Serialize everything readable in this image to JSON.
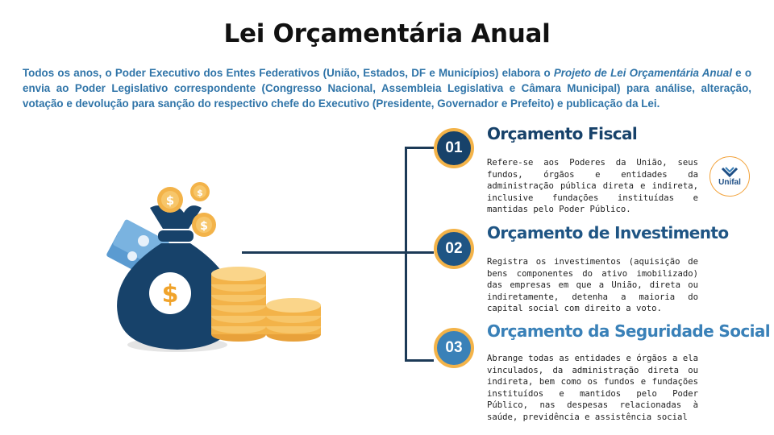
{
  "title": "Lei Orçamentária Anual",
  "intro": {
    "before": "Todos os anos, o Poder Executivo dos Entes Federativos (União, Estados, DF e Municípios) elabora o ",
    "emphasis": "Projeto de Lei Orçamentária Anual",
    "after": " e o envia ao Poder Legislativo correspondente (Congresso Nacional, Assembleia Legislativa e Câmara Municipal) para análise, alteração, votação e devolução para sanção do respectivo chefe do Executivo (Presidente, Governador e Prefeito) e publicação da Lei."
  },
  "sections": [
    {
      "number": "01",
      "title": "Orçamento Fiscal",
      "body": "Refere-se aos Poderes da União, seus fundos, órgãos e entidades da administração pública direta e indireta, inclusive fundações instituídas e mantidas pelo Poder Público."
    },
    {
      "number": "02",
      "title": "Orçamento de Investimento",
      "body": "Registra os investimentos (aquisição de bens componentes do ativo imobilizado) das empresas em que a União, direta ou indiretamente, detenha a maioria do capital social com direito a voto."
    },
    {
      "number": "03",
      "title": "Orçamento da Seguridade Social",
      "body": "Abrange todas as entidades e órgãos a ela vinculados, da administração direta ou indireta, bem como os fundos e fundações instituídos e mantidos pelo Poder Público, nas despesas relacionadas à saúde, previdência e assistência social"
    }
  ],
  "logo": {
    "name": "Unifal"
  },
  "illustration": {
    "currency_symbol": "$"
  },
  "colors": {
    "navy": "#17426a",
    "mid_blue": "#1f5584",
    "light_blue": "#3a81b8",
    "intro_blue": "#2f74a8",
    "gold": "#f3b349"
  }
}
